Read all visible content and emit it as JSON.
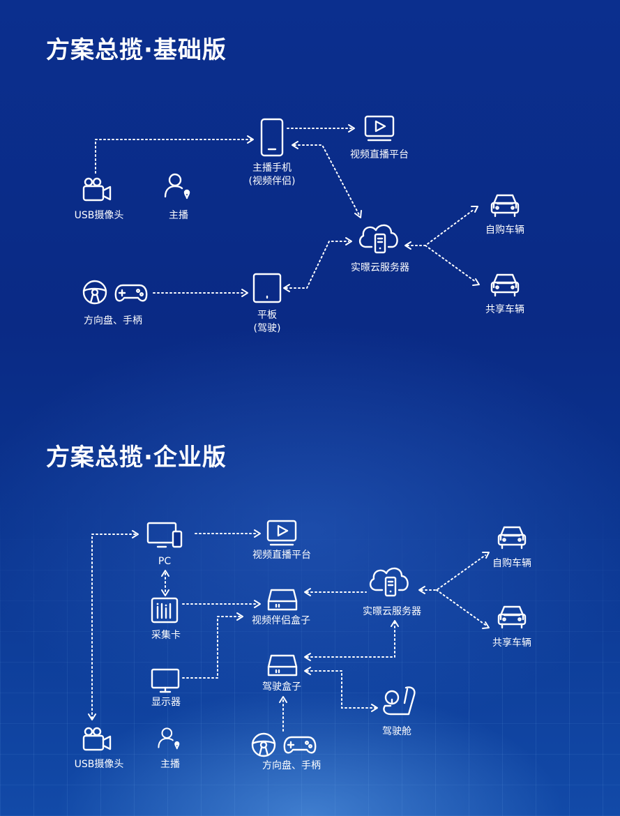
{
  "sections": {
    "basic": {
      "title": "方案总揽·基础版",
      "nodes": {
        "phone": {
          "label1": "主播手机",
          "label2": "(视频伴侣)",
          "icon": "phone-icon"
        },
        "video": {
          "label": "视频直播平台",
          "icon": "video-play-icon"
        },
        "usb": {
          "label": "USB摄像头",
          "icon": "camera-icon"
        },
        "anchor": {
          "label": "主播",
          "icon": "person-icon"
        },
        "cloud": {
          "label": "实暻云服务器",
          "icon": "cloud-server-icon"
        },
        "car_own": {
          "label": "自购车辆",
          "icon": "car-icon"
        },
        "car_share": {
          "label": "共享车辆",
          "icon": "car-icon"
        },
        "tablet": {
          "label1": "平板",
          "label2": "(驾驶)",
          "icon": "tablet-icon"
        },
        "wheel": {
          "label": "方向盘、手柄",
          "icon": "steering-wheel-gamepad-icon"
        }
      }
    },
    "enterprise": {
      "title": "方案总揽·企业版",
      "nodes": {
        "pc": {
          "label": "PC",
          "icon": "pc-icon"
        },
        "video": {
          "label": "视频直播平台",
          "icon": "video-play-icon"
        },
        "car_own": {
          "label": "自购车辆",
          "icon": "car-icon"
        },
        "cloud": {
          "label": "实暻云服务器",
          "icon": "cloud-server-icon"
        },
        "capture": {
          "label": "采集卡",
          "icon": "capture-card-icon"
        },
        "companion_box": {
          "label": "视频伴侣盒子",
          "icon": "box-icon"
        },
        "car_share": {
          "label": "共享车辆",
          "icon": "car-icon"
        },
        "monitor": {
          "label": "显示器",
          "icon": "monitor-icon"
        },
        "drive_box": {
          "label": "驾驶盒子",
          "icon": "box-icon"
        },
        "cockpit": {
          "label": "驾驶舱",
          "icon": "seat-icon"
        },
        "usb": {
          "label": "USB摄像头",
          "icon": "camera-icon"
        },
        "anchor": {
          "label": "主播",
          "icon": "person-icon"
        },
        "wheel": {
          "label": "方向盘、手柄",
          "icon": "steering-wheel-gamepad-icon"
        }
      }
    }
  }
}
